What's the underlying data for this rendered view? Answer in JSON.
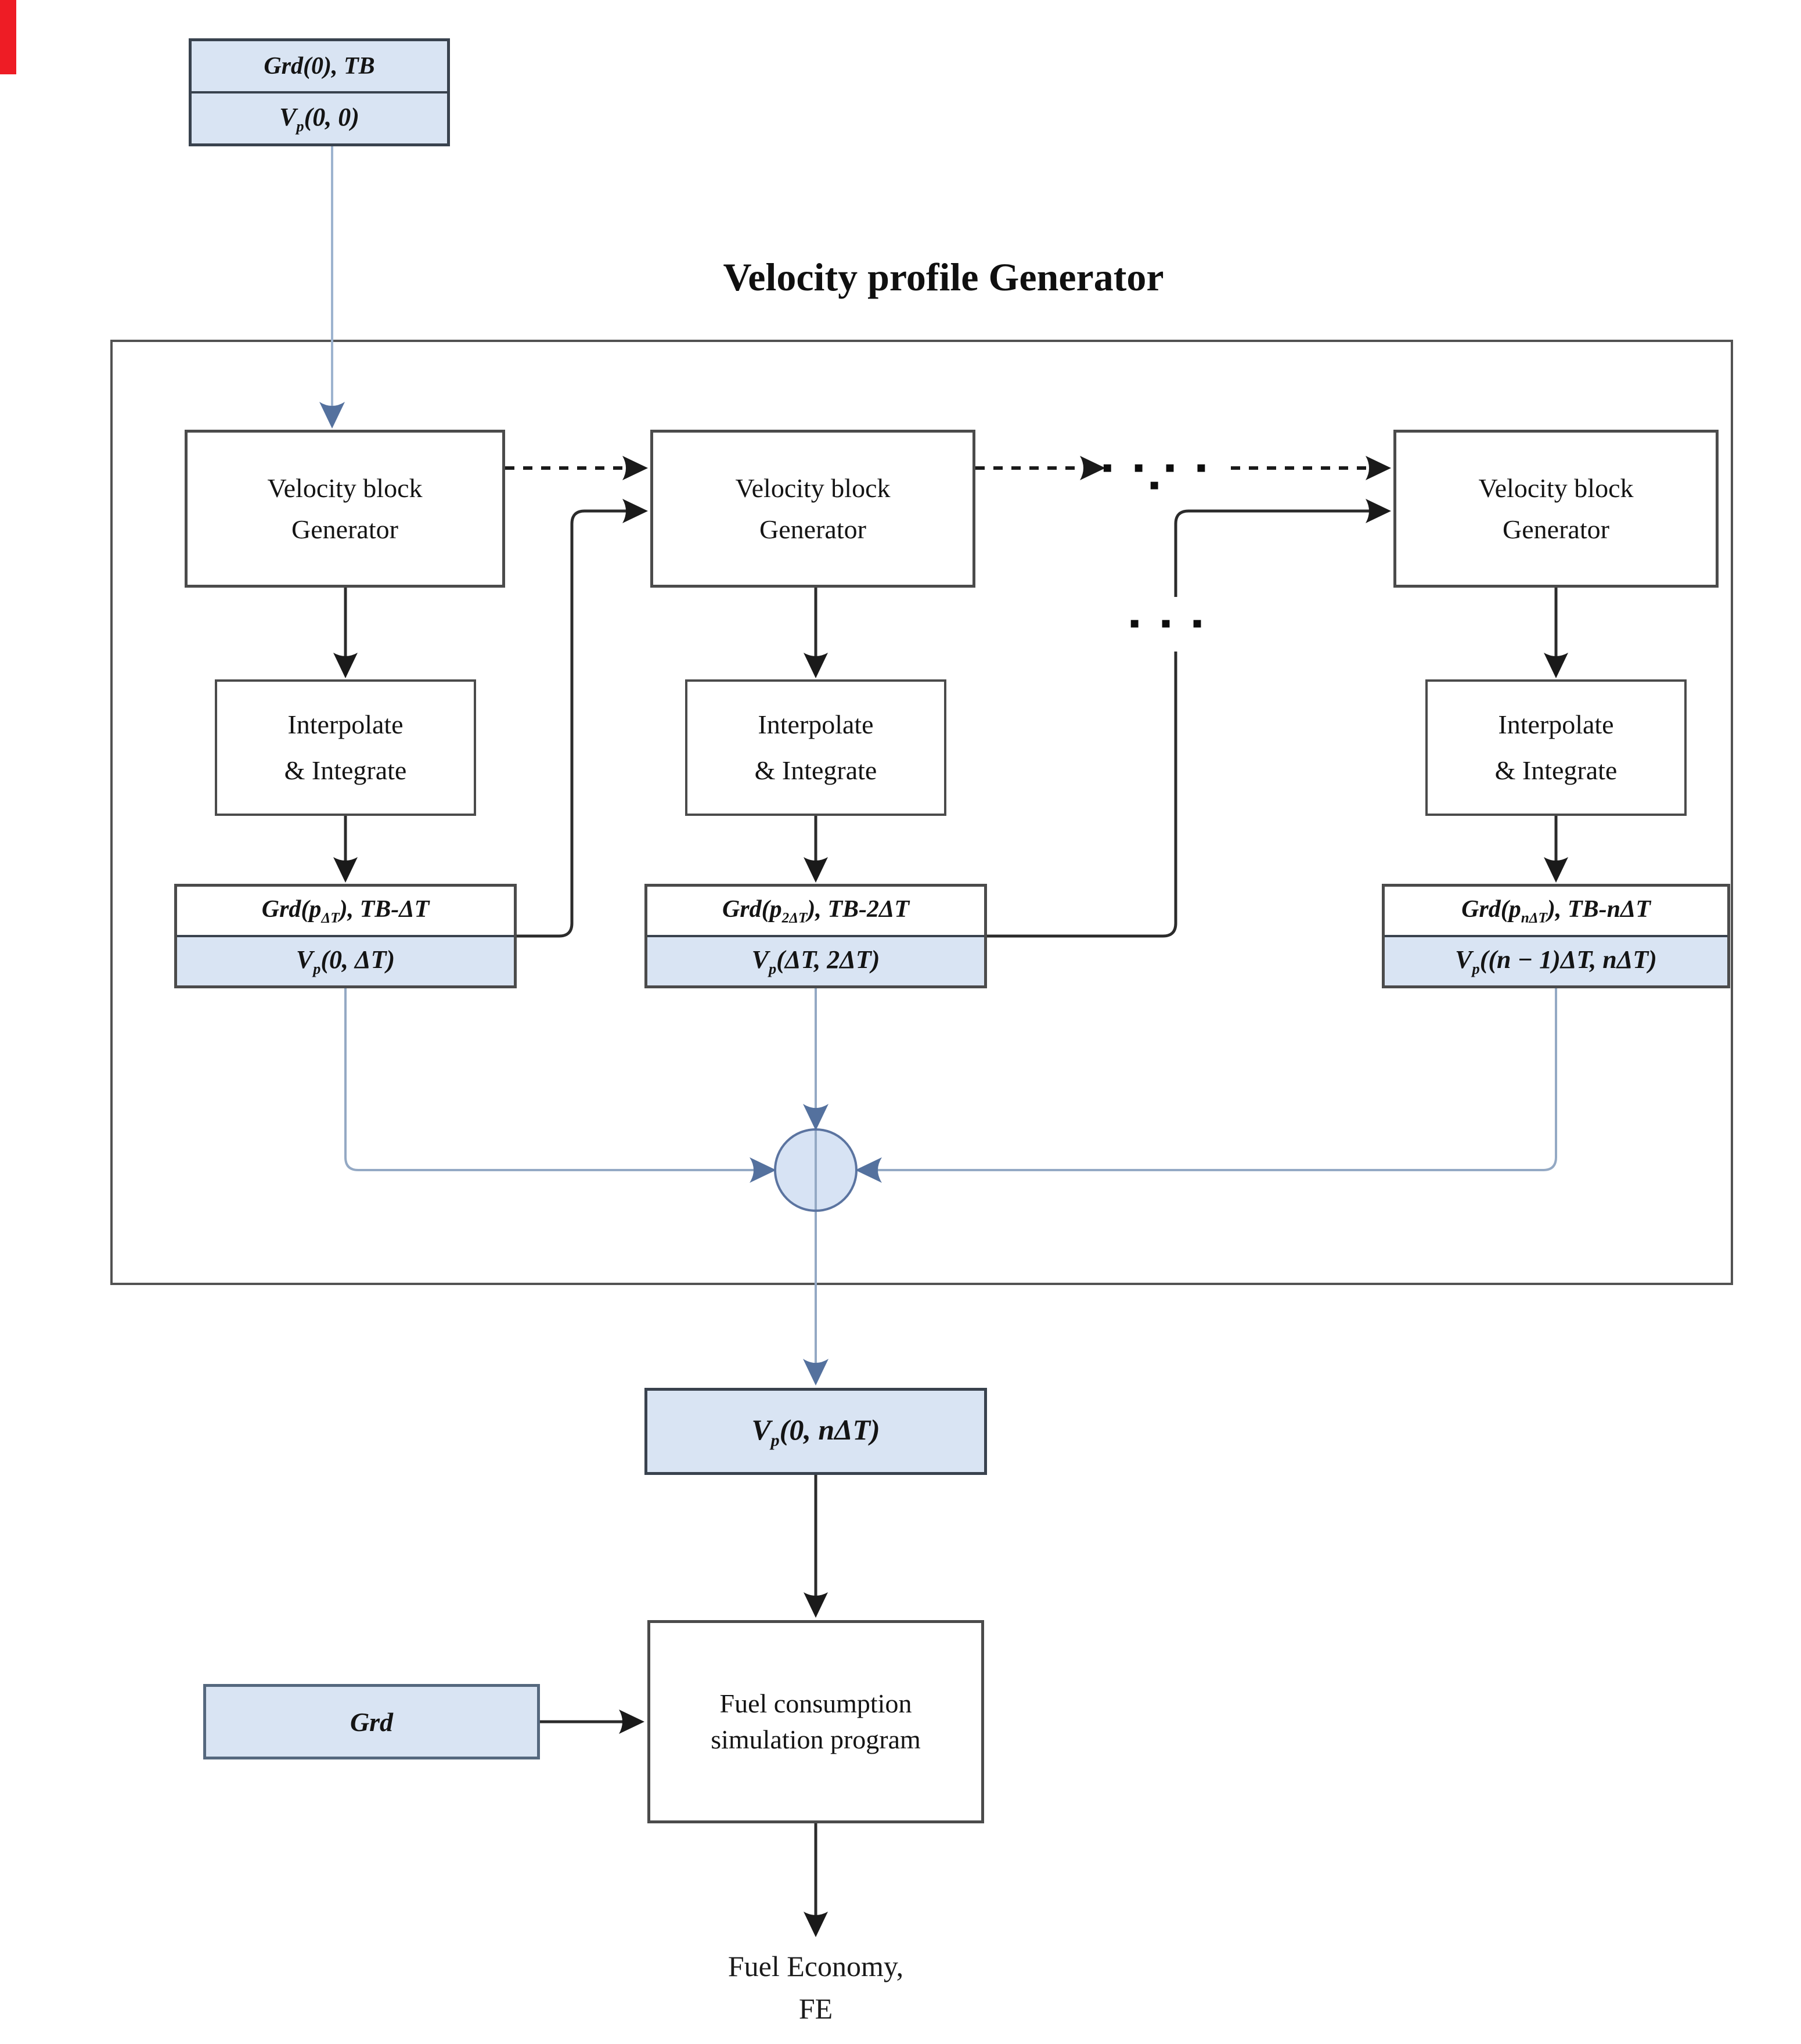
{
  "colors": {
    "box_fill_blue": "#d9e4f3",
    "white_box_border": "#4b4b4b",
    "blue_box_border": "#39424e",
    "container_border": "#525252",
    "black_arrow": "#1a1a1a",
    "blue_arrow": "#54719e",
    "blue_line": "#94a9c4",
    "circle_fill": "#d7e3f4",
    "circle_stroke": "#5b74a0",
    "red_mark": "#ee1c25"
  },
  "title": "Velocity profile Generator",
  "input_box": {
    "top": "Grd(0), TB",
    "bottom": [
      "V",
      "p",
      "(0, 0)"
    ]
  },
  "generator_block": {
    "line1": "Velocity block",
    "line2": "Generator"
  },
  "interpolate_block": {
    "line1": "Interpolate",
    "line2": "& Integrate"
  },
  "result_boxes": [
    {
      "top": [
        "Grd(p",
        "ΔT",
        "), TB-ΔT"
      ],
      "bottom": [
        "V",
        "p",
        "(0, ΔT)"
      ]
    },
    {
      "top": [
        "Grd(p",
        "2ΔT",
        "), TB-2ΔT"
      ],
      "bottom": [
        "V",
        "p",
        "(ΔT, 2ΔT)"
      ]
    },
    {
      "top": [
        "Grd(p",
        "nΔT",
        "), TB-nΔT"
      ],
      "bottom": [
        "V",
        "p",
        "((n − 1)ΔT, nΔT)"
      ]
    }
  ],
  "final_profile_box": [
    "V",
    "p",
    "(0, nΔT)"
  ],
  "grd_input_box": "Grd",
  "fuel_box": {
    "line1": "Fuel consumption",
    "line2": "simulation program"
  },
  "output_label": {
    "line1": "Fuel Economy,",
    "line2": "FE"
  },
  "ellipsis_horizontal": "▪ ▪ ▪ ▪ ▪",
  "ellipsis_vertical": "▪ ▪ ▪"
}
